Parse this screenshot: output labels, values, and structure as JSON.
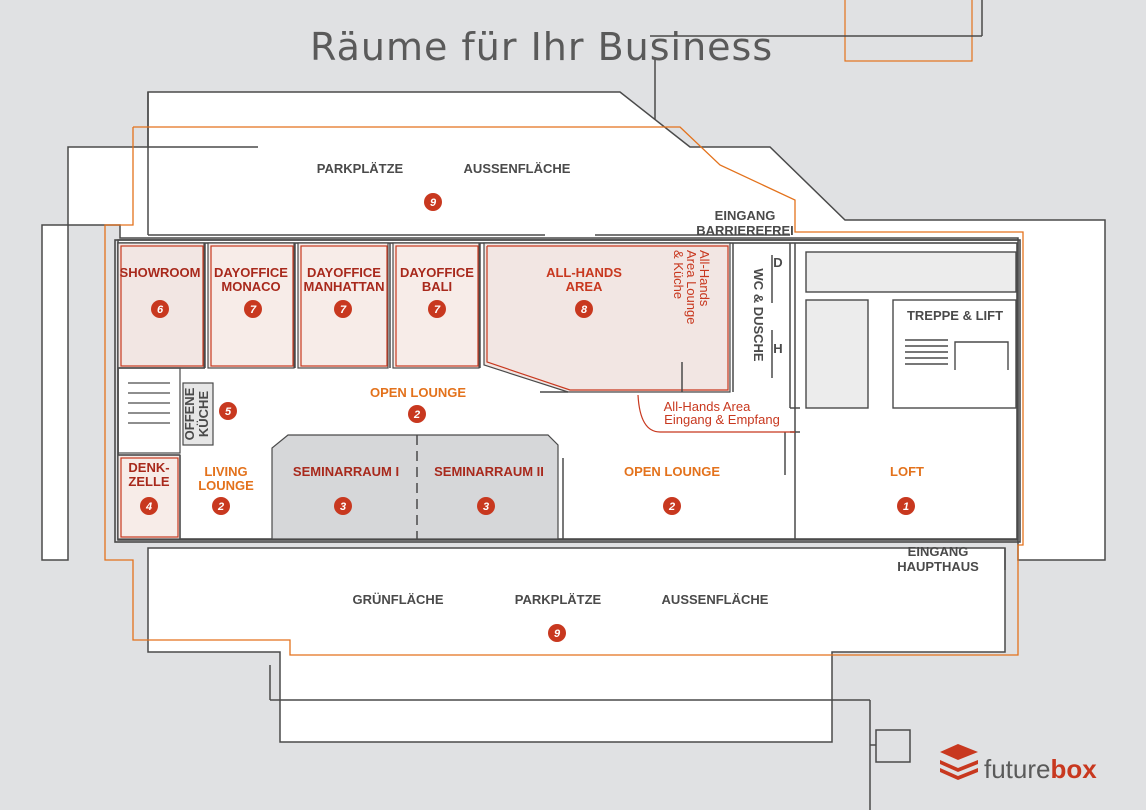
{
  "title": "Räume für Ihr Business",
  "logo": {
    "part1": "future",
    "part2": "box"
  },
  "colors": {
    "accent_orange": "#e3721c",
    "accent_red": "#c8381f",
    "room_fill": "#f2e6e3",
    "seminar_fill": "#d6d7d9",
    "line": "#4a4a4a"
  },
  "outside": {
    "parking_top": "PARKPLÄTZE",
    "outdoor_top": "AUSSENFLÄCHE",
    "num_top": "9",
    "entrance_barrier_1": "EINGANG",
    "entrance_barrier_2": "BARRIEREFREI",
    "entrance_main_1": "EINGANG",
    "entrance_main_2": "HAUPTHAUS",
    "green": "GRÜNFLÄCHE",
    "parking_bottom": "PARKPLÄTZE",
    "outdoor_bottom": "AUSSENFLÄCHE",
    "num_bottom": "9"
  },
  "rooms": {
    "showroom": {
      "label": "SHOWROOM",
      "num": "6"
    },
    "monaco": {
      "line1": "DAYOFFICE",
      "line2": "MONACO",
      "num": "7"
    },
    "manhattan": {
      "line1": "DAYOFFICE",
      "line2": "MANHATTAN",
      "num": "7"
    },
    "bali": {
      "line1": "DAYOFFICE",
      "line2": "BALI",
      "num": "7"
    },
    "allhands": {
      "line1": "ALL-HANDS",
      "line2": "AREA",
      "num": "8"
    },
    "allhands_side": {
      "line1": "All-Hands",
      "line2": "Area Lounge",
      "line3": "& Küche"
    },
    "wc": {
      "label": "WC & DUSCHE",
      "d": "D",
      "h": "H"
    },
    "stairs": {
      "label": "TREPPE & LIFT"
    },
    "open_lounge_1": {
      "label": "OPEN LOUNGE",
      "num": "2"
    },
    "kitchen": {
      "line1": "OFFENE",
      "line2": "KÜCHE",
      "num": "5"
    },
    "allhands_entry": {
      "line1": "All-Hands Area",
      "line2": "Eingang & Empfang"
    },
    "denkzelle": {
      "line1": "DENK-",
      "line2": "ZELLE",
      "num": "4"
    },
    "living": {
      "line1": "LIVING",
      "line2": "LOUNGE",
      "num": "2"
    },
    "seminar1": {
      "label": "SEMINARRAUM I",
      "num": "3"
    },
    "seminar2": {
      "label": "SEMINARRAUM II",
      "num": "3"
    },
    "open_lounge_2": {
      "label": "OPEN LOUNGE",
      "num": "2"
    },
    "loft": {
      "label": "LOFT",
      "num": "1"
    }
  }
}
